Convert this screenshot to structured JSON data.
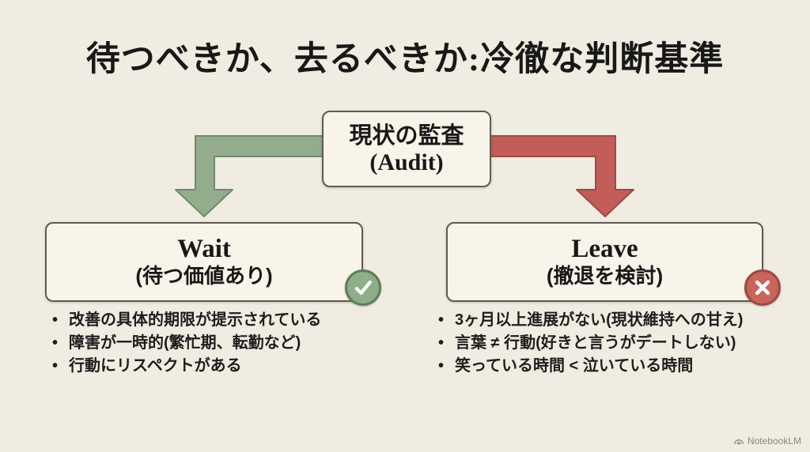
{
  "title": "待つべきか、去るべきか:冷徹な判断基準",
  "nodes": {
    "audit": {
      "title": "現状の監査",
      "subtitle": "(Audit)"
    },
    "wait": {
      "title": "Wait",
      "subtitle": "(待つ価値あり)"
    },
    "leave": {
      "title": "Leave",
      "subtitle": "(撤退を検討)"
    }
  },
  "lists": {
    "wait": [
      "改善の具体的期限が提示されている",
      "障害が一時的(繁忙期、転勤など)",
      "行動にリスペクトがある"
    ],
    "leave": [
      "3ヶ月以上進展がない(現状維持への甘え)",
      "言葉 ≠ 行動(好きと言うがデートしない)",
      "笑っている時間 < 泣いている時間"
    ]
  },
  "icons": {
    "wait_badge": "check-icon",
    "leave_badge": "cross-icon",
    "brand": "notebooklm-logo-icon"
  },
  "colors": {
    "background": "#f1ece1",
    "node_fill": "#f8f4e9",
    "node_border": "#5f5b52",
    "arrow_green": "#93ad8c",
    "arrow_green_stroke": "#6f8a6b",
    "arrow_red": "#c25d59",
    "arrow_red_stroke": "#9d4a47",
    "badge_green": "#8ead89",
    "badge_red": "#c9645a",
    "text": "#181818",
    "footer_text": "#8d887b"
  },
  "footer": {
    "brand": "NotebookLM"
  }
}
